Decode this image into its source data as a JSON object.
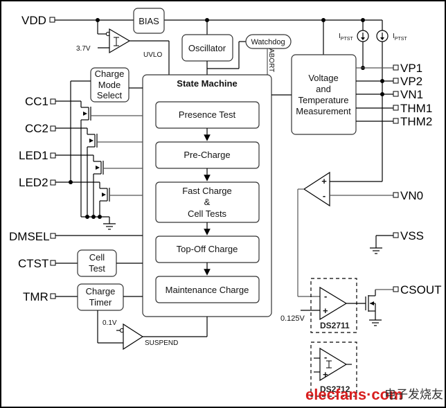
{
  "diagram": {
    "title": "Charger IC Block Diagram",
    "pins_left": [
      "VDD",
      "CC1",
      "CC2",
      "LED1",
      "LED2",
      "DMSEL",
      "CTST",
      "TMR"
    ],
    "pins_right": [
      "VP1",
      "VP2",
      "VN1",
      "THM1",
      "THM2",
      "VN0",
      "VSS",
      "CSOUT"
    ],
    "blocks": {
      "bias": "BIAS",
      "oscillator": "Oscillator",
      "watchdog": "Watchdog",
      "charge_mode_select": [
        "Charge",
        "Mode",
        "Select"
      ],
      "cell_test": [
        "Cell",
        "Test"
      ],
      "charge_timer": [
        "Charge",
        "Timer"
      ],
      "vt_measurement": [
        "Voltage",
        "and",
        "Temperature",
        "Measurement"
      ]
    },
    "state_machine": {
      "title": "State Machine",
      "states": [
        [
          "Presence Test"
        ],
        [
          "Pre-Charge"
        ],
        [
          "Fast Charge",
          "&",
          "Cell Tests"
        ],
        [
          "Top-Off Charge"
        ],
        [
          "Maintenance Charge"
        ]
      ]
    },
    "signals": {
      "uvlo": "UVLO",
      "abort": "ABORT",
      "suspend": "SUSPEND",
      "v_ref_uvlo": "3.7V",
      "v_ref_suspend": "0.1V",
      "v_ref_csout": "0.125V",
      "iptst_main": "I",
      "iptst_sub": "PTST",
      "plus": "+",
      "minus": "-"
    },
    "variants": [
      "DS2711",
      "DS2712"
    ],
    "watermark": {
      "brand": "elecfans",
      "domain": "·com",
      "chinese": "电子发烧友"
    }
  }
}
